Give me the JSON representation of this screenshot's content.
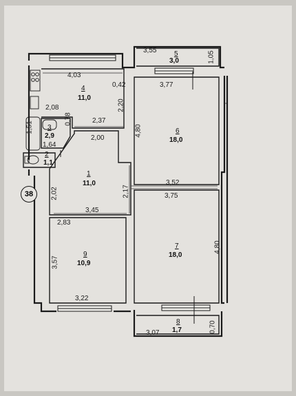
{
  "rooms": [
    {
      "number": "1",
      "area": "11,0"
    },
    {
      "number": "2",
      "area": "1,1"
    },
    {
      "number": "3",
      "area": "2,9"
    },
    {
      "number": "4",
      "area": "11,0"
    },
    {
      "number": "5",
      "area": "3,0"
    },
    {
      "number": "6",
      "area": "18,0"
    },
    {
      "number": "7",
      "area": "18,0"
    },
    {
      "number": "8",
      "area": "1,7"
    },
    {
      "number": "9",
      "area": "10,9"
    }
  ],
  "dimensions": {
    "d355": "3,55",
    "d105": "1,05",
    "d403": "4,03",
    "d042": "0,42",
    "d377": "3,77",
    "d220": "2,20",
    "d208": "2,08",
    "d078": "0,78",
    "d151": "1,51",
    "d164": "1,64",
    "d237": "2,37",
    "d200": "2,00",
    "d480a": "4,80",
    "d202": "2,02",
    "d217": "2,17",
    "d352": "3,52",
    "d375": "3,75",
    "d345": "3,45",
    "d283": "2,83",
    "d357": "3,57",
    "d480b": "4,80",
    "d322": "3,22",
    "d307": "3,07",
    "d070": "0,70"
  },
  "axis_label": "38"
}
